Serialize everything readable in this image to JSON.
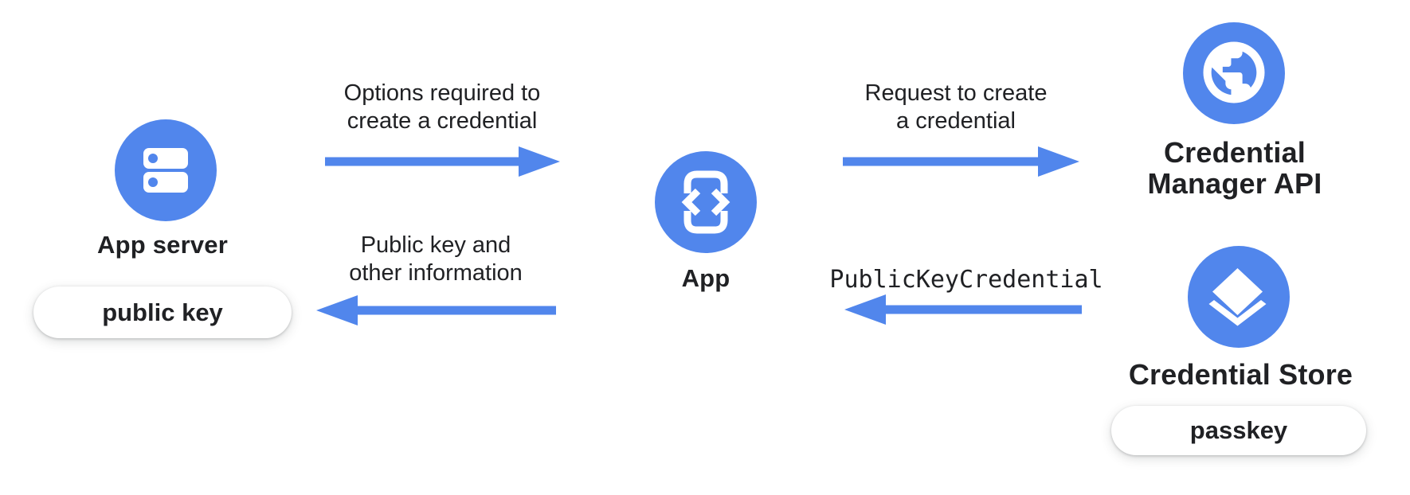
{
  "nodes": {
    "app_server": {
      "label": "App server",
      "badge": "public key",
      "icon": "server-icon"
    },
    "app": {
      "label": "App",
      "icon": "phone-code-icon"
    },
    "credential_manager": {
      "label_line1": "Credential",
      "label_line2": "Manager API",
      "icon": "globe-icon"
    },
    "credential_store": {
      "label": "Credential Store",
      "badge": "passkey",
      "icon": "layers-icon"
    }
  },
  "arrows": {
    "options": {
      "line1": "Options required to",
      "line2": "create a credential",
      "direction": "right",
      "from": "App server",
      "to": "App"
    },
    "public_key_info": {
      "line1": "Public key and",
      "line2": "other information",
      "direction": "left",
      "from": "App",
      "to": "App server"
    },
    "request": {
      "line1": "Request to create",
      "line2": "a credential",
      "direction": "right",
      "from": "App",
      "to": "Credential Manager API"
    },
    "public_key_credential": {
      "label": "PublicKeyCredential",
      "direction": "left",
      "from": "Credential Store",
      "to": "App"
    }
  },
  "colors": {
    "blue": "#5186EC",
    "text": "#202124",
    "pill_background": "#FFFFFF"
  }
}
